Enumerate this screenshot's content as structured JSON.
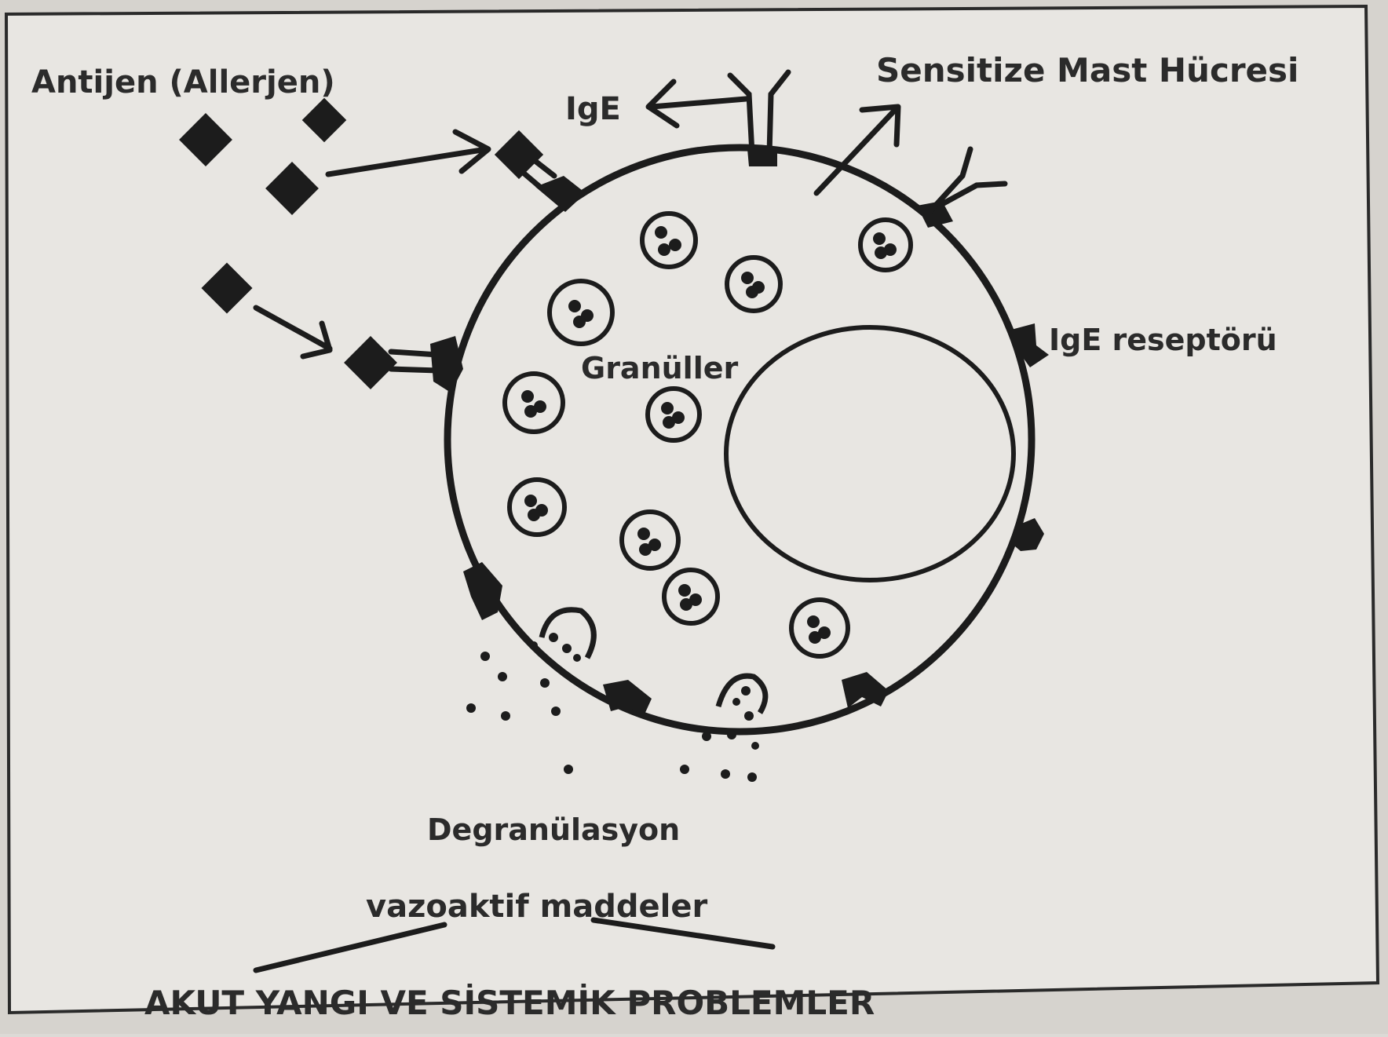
{
  "labels": {
    "antigen": "Antijen (Allerjen)",
    "ige": "IgE",
    "sensitized_mast_cell": "Sensitize Mast Hücresi",
    "ige_receptor": "IgE reseptörü",
    "granules": "Granüller",
    "degranulation": "Degranülasyon",
    "vasoactive": "vazoaktif maddeler",
    "outcome": "AKUT YANGI VE SİSTEMİK PROBLEMLER"
  },
  "colors": {
    "paper": "#dcdad6",
    "panel": "#e6e4e0",
    "ink": "#1c1c1c"
  }
}
